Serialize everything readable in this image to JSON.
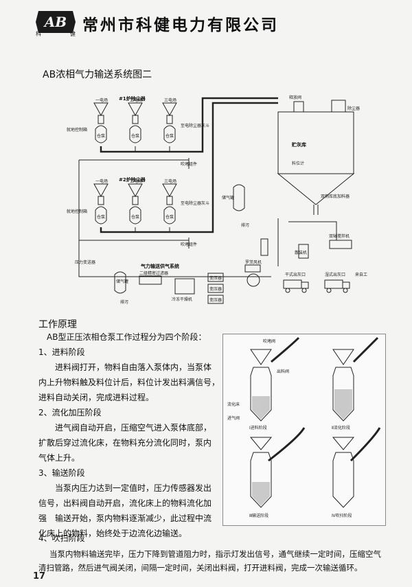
{
  "header": {
    "company_name": "常州市科健电力有限公司",
    "logo_letters": "AB",
    "logo_sub_left": "科",
    "logo_sub_right": "健"
  },
  "diagram": {
    "title": "AB浓相气力输送系统图二",
    "furnace1": "#1炉除尘器",
    "furnace2": "#2炉除尘器",
    "gas_system": "气力输送供气系统",
    "silo": "贮灰库",
    "electric_field_1": "一电场",
    "electric_field_2": "二电场",
    "electric_field_3": "三电场",
    "pump": "仓泵",
    "local_control_box": "就地控制箱",
    "to_ash_silo": "至电除尘器灰斗",
    "purge_group": "吹堵组件",
    "release_valve": "释放阀",
    "dust_collector": "除尘器",
    "level_meter": "料位计",
    "double_side_vent": "双侧库底加料器",
    "storage_tank": "储气罐",
    "drain": "排污",
    "pressure_transmitter": "压力变送器",
    "secondary_filter": "二级精密过滤器",
    "cold_dryer": "冷冻干燥机",
    "transformer_box": "变压器",
    "roots_blower": "罗茨风机",
    "dispersing": "散装机",
    "dry_outlet": "干式出灰口",
    "wet_outlet": "湿式出灰口",
    "to_industrial": "来自工业水管",
    "double_mixer": "双轴搅拌机"
  },
  "section": {
    "title": "工作原理",
    "intro": "AB型正压浓相仓泵工作过程分为四个阶段：",
    "stage1_title": "1、进料阶段",
    "stage1_lines": [
      "进料阀打开，物料自由落入泵体内，当泵体",
      "内上升物料触及料位计后，料位计发出料满信号，",
      "进料自动关闭，完成进料过程。"
    ],
    "stage2_title": "2、流化加压阶段",
    "stage2_lines": [
      "进气阀自动开启，压缩空气进入泵体底部，",
      "扩散后穿过流化床，在物料充分流化同时，泵内",
      "气体上升。"
    ],
    "stage3_title": "3、输送阶段",
    "stage3_lines": [
      "当泵内压力达到一定值时，压力传感器发出",
      "信号，出料阀自动开启，流化床上的物料流化加",
      "强　输送开始，泵内物料逐渐减少，此过程中流",
      "化床上的物料，始终处于边流化边输送。"
    ],
    "stage4_title": "4、吹扫阶段",
    "stage4_lines": [
      "当泵内物料输送完毕，压力下降到管道阻力时，指示灯发出信号，通气继续一定时间，压缩空气",
      "清扫管路，然后进气阀关闭，间隔一定时间，关闭出料阀，打开进料阀，完成一次输送循环。"
    ]
  },
  "illustration": {
    "labels": {
      "blow_valve": "吹堵阀",
      "outlet_valve": "出料阀",
      "fluid_bed": "流化床",
      "inlet_valve": "进气阀",
      "stage_i": "Ⅰ进料阶段",
      "stage_ii": "Ⅱ流化阶段",
      "stage_iii": "Ⅲ输送阶段",
      "stage_iv": "Ⅳ吹扫阶段"
    }
  },
  "footer": {
    "page_number": "17"
  }
}
